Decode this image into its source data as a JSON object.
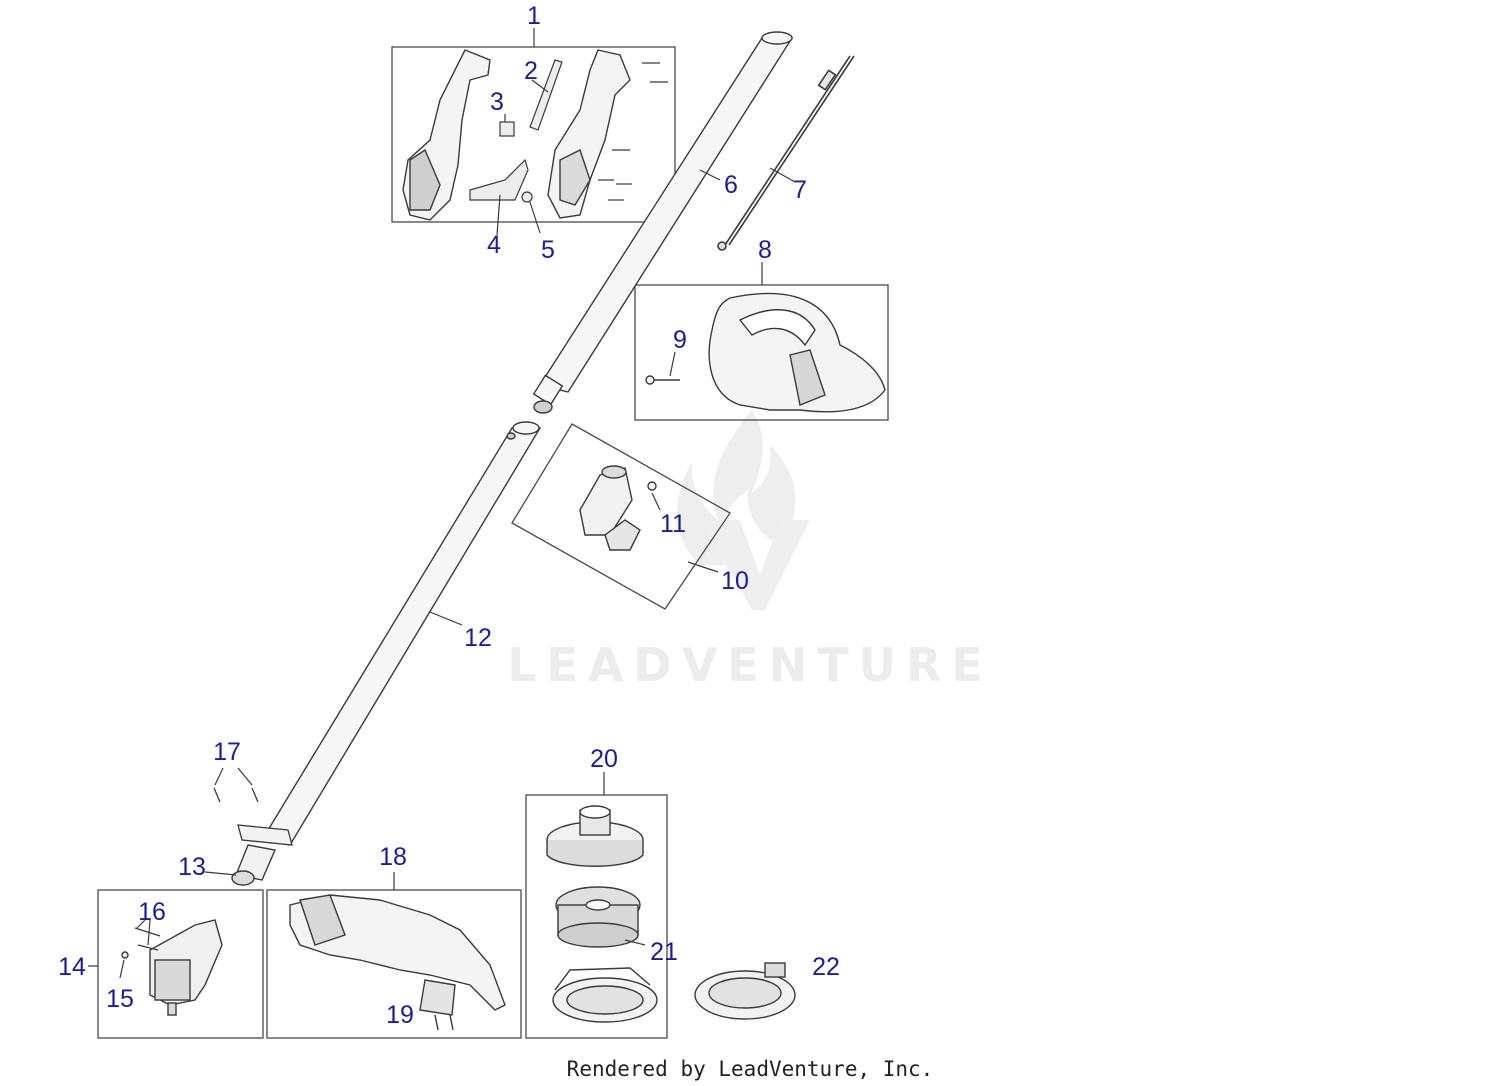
{
  "colors": {
    "label": "#1a1aa6",
    "line": "#3a3a3a",
    "box": "#4a4a4a",
    "part_fill": "#f4f4f4",
    "part_shade": "#d8d8d8",
    "watermark": "#ececec",
    "background": "#ffffff"
  },
  "callouts": [
    {
      "num": "1"
    },
    {
      "num": "2"
    },
    {
      "num": "3"
    },
    {
      "num": "4"
    },
    {
      "num": "5"
    },
    {
      "num": "6"
    },
    {
      "num": "7"
    },
    {
      "num": "8"
    },
    {
      "num": "9"
    },
    {
      "num": "10"
    },
    {
      "num": "11"
    },
    {
      "num": "12"
    },
    {
      "num": "13"
    },
    {
      "num": "14"
    },
    {
      "num": "15"
    },
    {
      "num": "16"
    },
    {
      "num": "17"
    },
    {
      "num": "18"
    },
    {
      "num": "19"
    },
    {
      "num": "20"
    },
    {
      "num": "21"
    },
    {
      "num": "22"
    }
  ],
  "watermark": {
    "text": "LEADVENTURE",
    "logo_icon": "leadventure-flame-logo-icon"
  },
  "footer": {
    "text": "Rendered by LeadVenture, Inc."
  }
}
